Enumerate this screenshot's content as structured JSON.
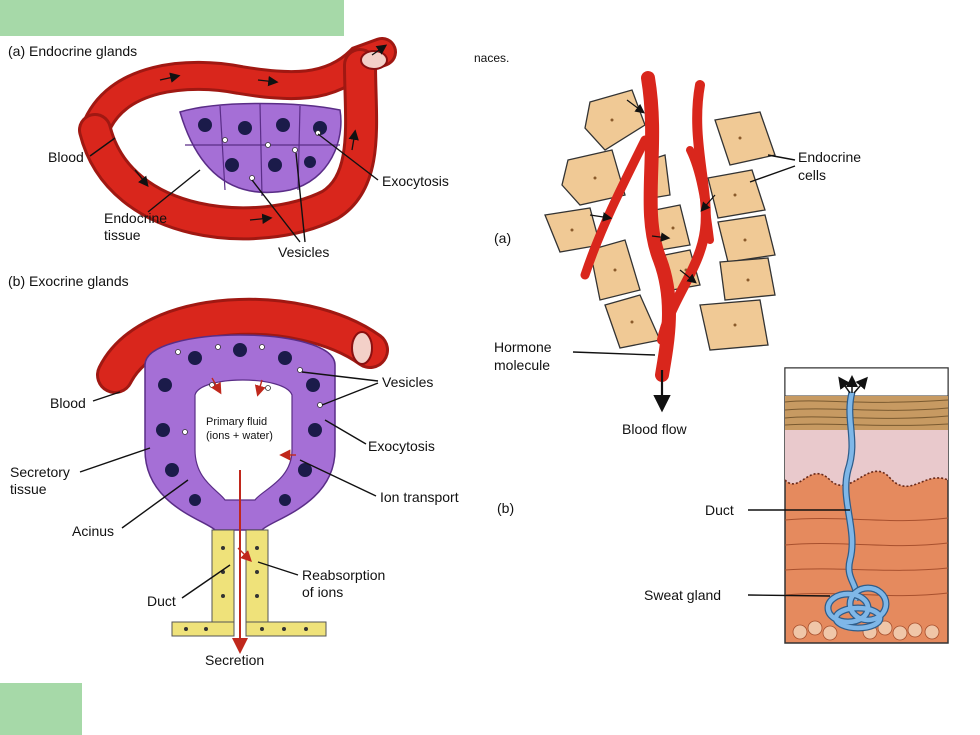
{
  "colors": {
    "tab": "#a6d9a8",
    "blood": "#d9261c",
    "cell": "#a56fd6",
    "nucleus": "#1b1b4a",
    "duct": "#efe27a",
    "endocrine_cell": "#f0c995",
    "skin": "#e58a5e",
    "sweat_duct": "#7fb7e8"
  },
  "left": {
    "a_title": "(a) Endocrine glands",
    "a_labels": {
      "blood": "Blood",
      "exocytosis": "Exocytosis",
      "endocrine_tissue_1": "Endocrine",
      "endocrine_tissue_2": "tissue",
      "vesicles": "Vesicles"
    },
    "b_title": "(b) Exocrine glands",
    "b_labels": {
      "blood": "Blood",
      "vesicles": "Vesicles",
      "primary_fluid_1": "Primary fluid",
      "primary_fluid_2": "(ions + water)",
      "exocytosis": "Exocytosis",
      "secretory_1": "Secretory",
      "secretory_2": "tissue",
      "ion_transport": "Ion transport",
      "acinus": "Acinus",
      "reabsorption_1": "Reabsorption",
      "reabsorption_2": "of ions",
      "duct": "Duct",
      "secretion": "Secretion"
    }
  },
  "right": {
    "cut_text": "naces.",
    "a_marker": "(a)",
    "a_labels": {
      "endocrine_cells_1": "Endocrine",
      "endocrine_cells_2": "cells",
      "hormone_1": "Hormone",
      "hormone_2": "molecule",
      "blood_flow": "Blood flow"
    },
    "b_marker": "(b)",
    "b_labels": {
      "duct": "Duct",
      "sweat_gland": "Sweat gland"
    }
  }
}
